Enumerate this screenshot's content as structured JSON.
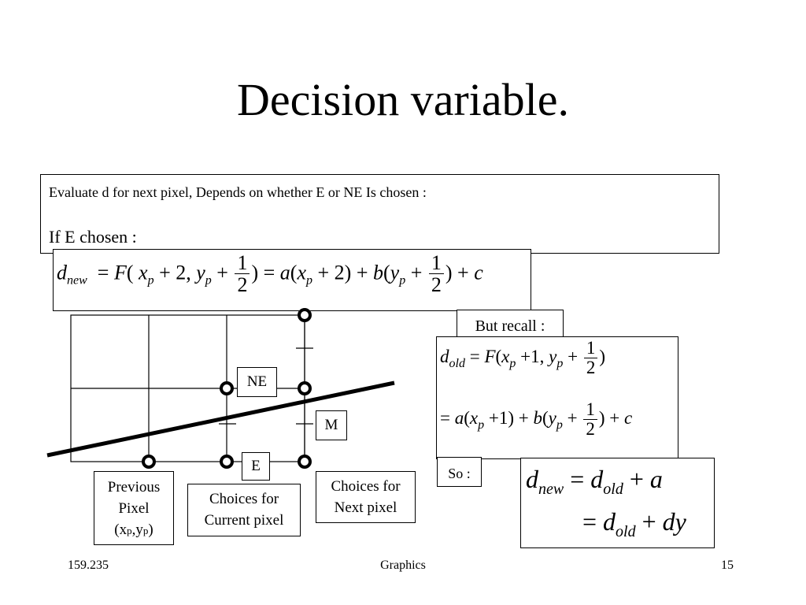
{
  "slide": {
    "title": "Decision variable.",
    "intro": {
      "line": "Evaluate d for next pixel, Depends on whether E or NE Is chosen :",
      "condition": "If E chosen :"
    },
    "equation_dnew": {
      "d": "d",
      "d_sub": "new",
      "eq": "=",
      "F": "F",
      "x": "x",
      "x_sub": "p",
      "y": "y",
      "y_sub": "p",
      "a": "a",
      "b": "b",
      "c": "c",
      "two": "2",
      "one": "1",
      "half_den": "2"
    },
    "recall_label": "But recall :",
    "equation_dold": {
      "d": "d",
      "d_sub": "old",
      "one": "1",
      "half_num": "1",
      "half_den": "2"
    },
    "so_label": "So :",
    "final": {
      "d": "d",
      "new_sub": "new",
      "old_sub": "old",
      "a": "a",
      "dy": "dy"
    },
    "diagram_labels": {
      "ne": "NE",
      "m": "M",
      "e": "E",
      "previous": [
        "Previous",
        "Pixel",
        "(x",
        "p",
        ",y",
        "p",
        ")"
      ],
      "current": [
        "Choices for",
        "Current pixel"
      ],
      "next": [
        "Choices for",
        "Next pixel"
      ]
    },
    "footer": {
      "left": "159.235",
      "center": "Graphics",
      "right": "15"
    }
  }
}
